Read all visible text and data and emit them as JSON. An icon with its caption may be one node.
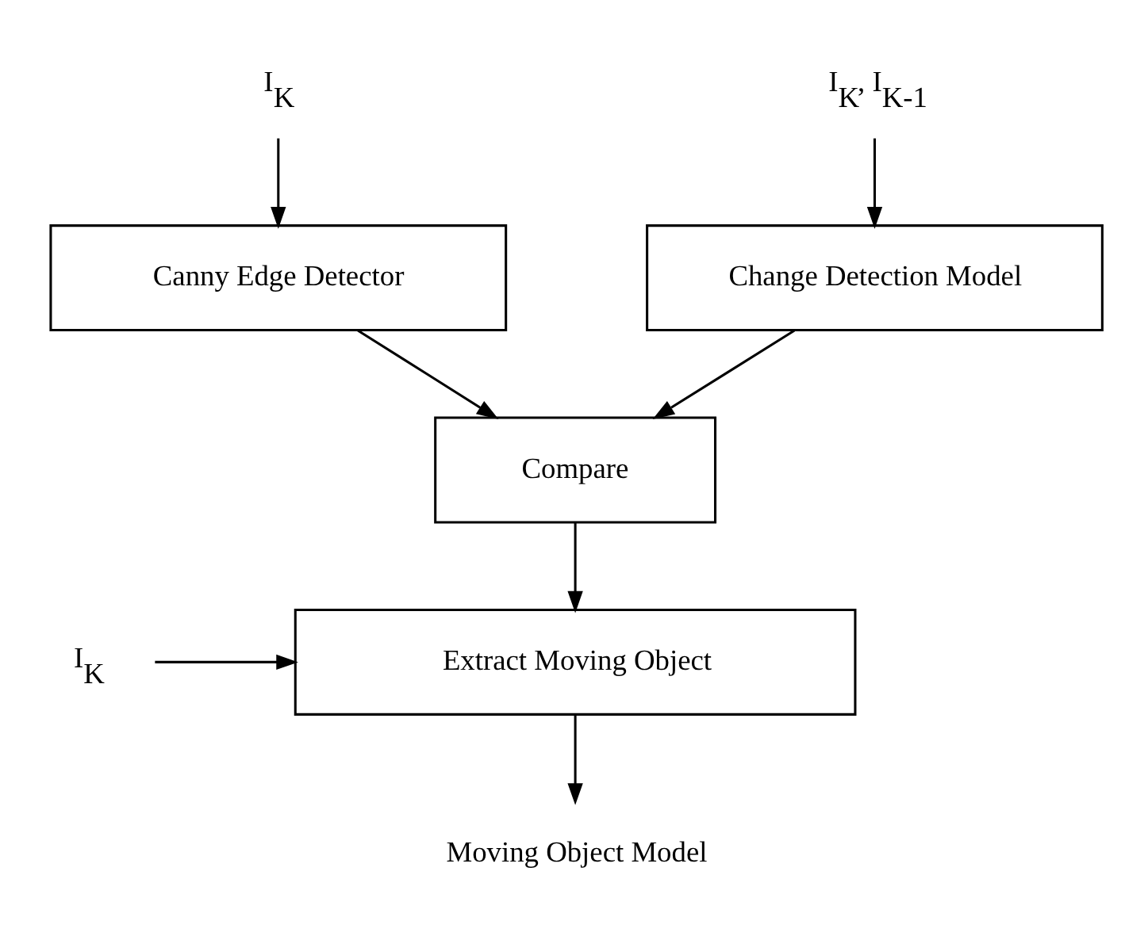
{
  "diagram": {
    "nodes": [
      {
        "text": [
          "I$_{K}$"
        ]
      },
      {
        "text": [
          "I$_{K}$, I$_{K-1}$"
        ]
      },
      {
        "text": [
          "Canny Edge Detector"
        ]
      },
      {
        "text": [
          "Change Detection Model"
        ]
      },
      {
        "text": [
          "Compare"
        ]
      },
      {
        "text": [
          "I$_{K}$"
        ]
      },
      {
        "text": [
          "Extract Moving Object"
        ]
      },
      {
        "text": [
          "Moving Object Model"
        ]
      }
    ],
    "edges": [
      {
        "from": 0,
        "to": 2,
        "arrow": "to"
      },
      {
        "from": 1,
        "to": 3,
        "arrow": "to"
      },
      {
        "from": 2,
        "to": 4,
        "arrow": "to"
      },
      {
        "from": 3,
        "to": 4,
        "arrow": "to"
      },
      {
        "from": 4,
        "to": 6,
        "arrow": "to"
      },
      {
        "from": 5,
        "to": 6,
        "arrow": "to"
      },
      {
        "from": 6,
        "to": 7,
        "arrow": "to"
      }
    ]
  }
}
